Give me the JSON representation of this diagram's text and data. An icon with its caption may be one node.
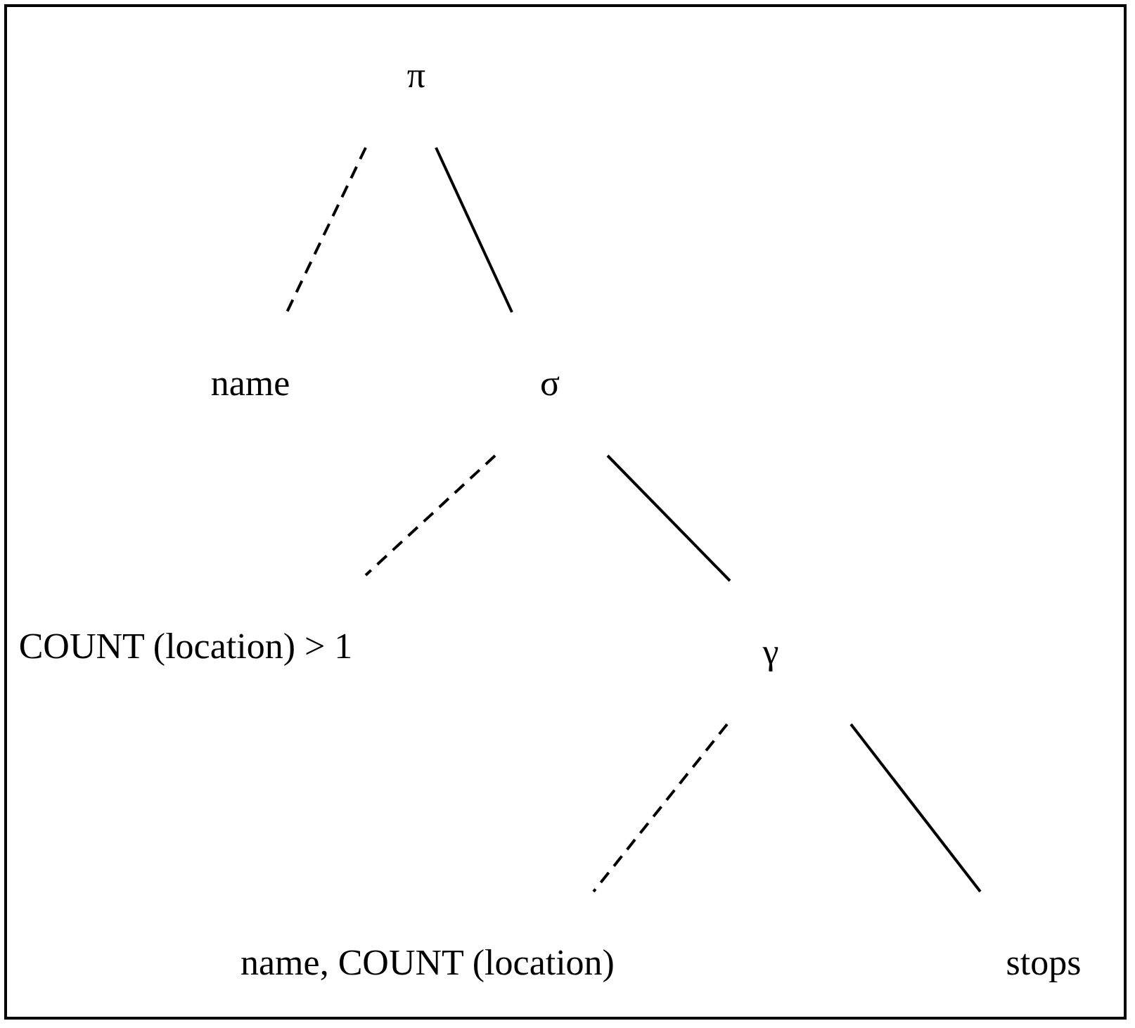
{
  "diagram": {
    "nodes": [
      {
        "text": [
          "π"
        ]
      },
      {
        "text": [
          "name"
        ]
      },
      {
        "text": [
          "σ"
        ]
      },
      {
        "text": [
          "COUNT (location) > 1"
        ]
      },
      {
        "text": [
          "γ"
        ]
      },
      {
        "text": [
          "name, COUNT (location)"
        ]
      },
      {
        "text": [
          "stops"
        ]
      }
    ],
    "edges": [
      {
        "from": 0,
        "to": 1,
        "arrow": "none",
        "style": "dashed"
      },
      {
        "from": 0,
        "to": 2,
        "arrow": "none"
      },
      {
        "from": 2,
        "to": 3,
        "arrow": "none",
        "style": "dashed"
      },
      {
        "from": 2,
        "to": 4,
        "arrow": "none"
      },
      {
        "from": 4,
        "to": 5,
        "arrow": "none",
        "style": "dashed"
      },
      {
        "from": 4,
        "to": 6,
        "arrow": "none"
      }
    ]
  }
}
